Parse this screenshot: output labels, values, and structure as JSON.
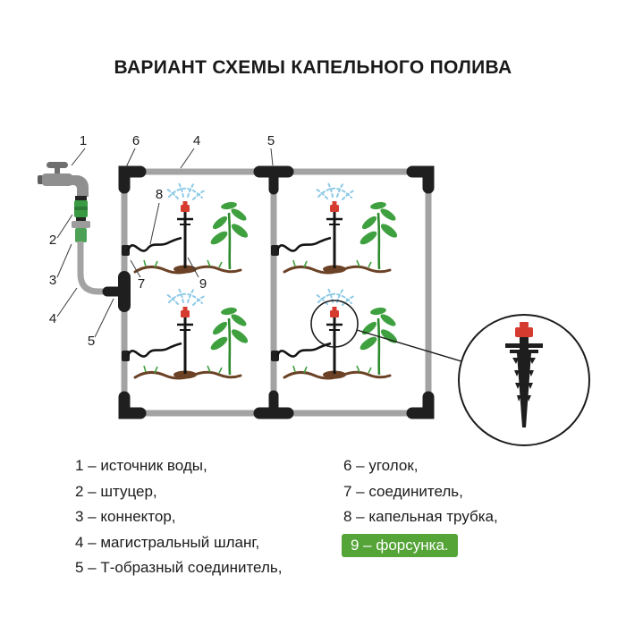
{
  "page": {
    "title": "ВАРИАНТ СХЕМЫ КАПЕЛЬНОГО ПОЛИВА"
  },
  "diagram": {
    "callouts": {
      "source": "1",
      "fitting": "2",
      "connector": "3",
      "hose_left": "4",
      "hose_top": "4",
      "tee_left": "5",
      "tee_top": "5",
      "corner": "6",
      "coupler": "7",
      "drip_tube": "8",
      "nozzle": "9"
    },
    "colors": {
      "pipe_gray": "#a3a3a3",
      "fitting_black": "#1f1f1f",
      "plant_green": "#3fa03f",
      "soil_brown": "#6b4226",
      "spray_blue": "#8ecae6",
      "nozzle_red": "#d63b2f",
      "adapter_green": "#3a9a44",
      "highlight_green": "#55a438"
    }
  },
  "legend": {
    "items": [
      {
        "text": "1 – источник воды,",
        "highlight": false
      },
      {
        "text": "2 – штуцер,",
        "highlight": false
      },
      {
        "text": "3 – коннектор,",
        "highlight": false
      },
      {
        "text": "4 – магистральный шланг,",
        "highlight": false
      },
      {
        "text": "5 – Т-образный соединитель,",
        "highlight": false
      },
      {
        "text": "6 – уголок,",
        "highlight": false
      },
      {
        "text": "7 – соединитель,",
        "highlight": false
      },
      {
        "text": "8 – капельная трубка,",
        "highlight": false
      },
      {
        "text": "9 – форсунка.",
        "highlight": true
      }
    ]
  }
}
